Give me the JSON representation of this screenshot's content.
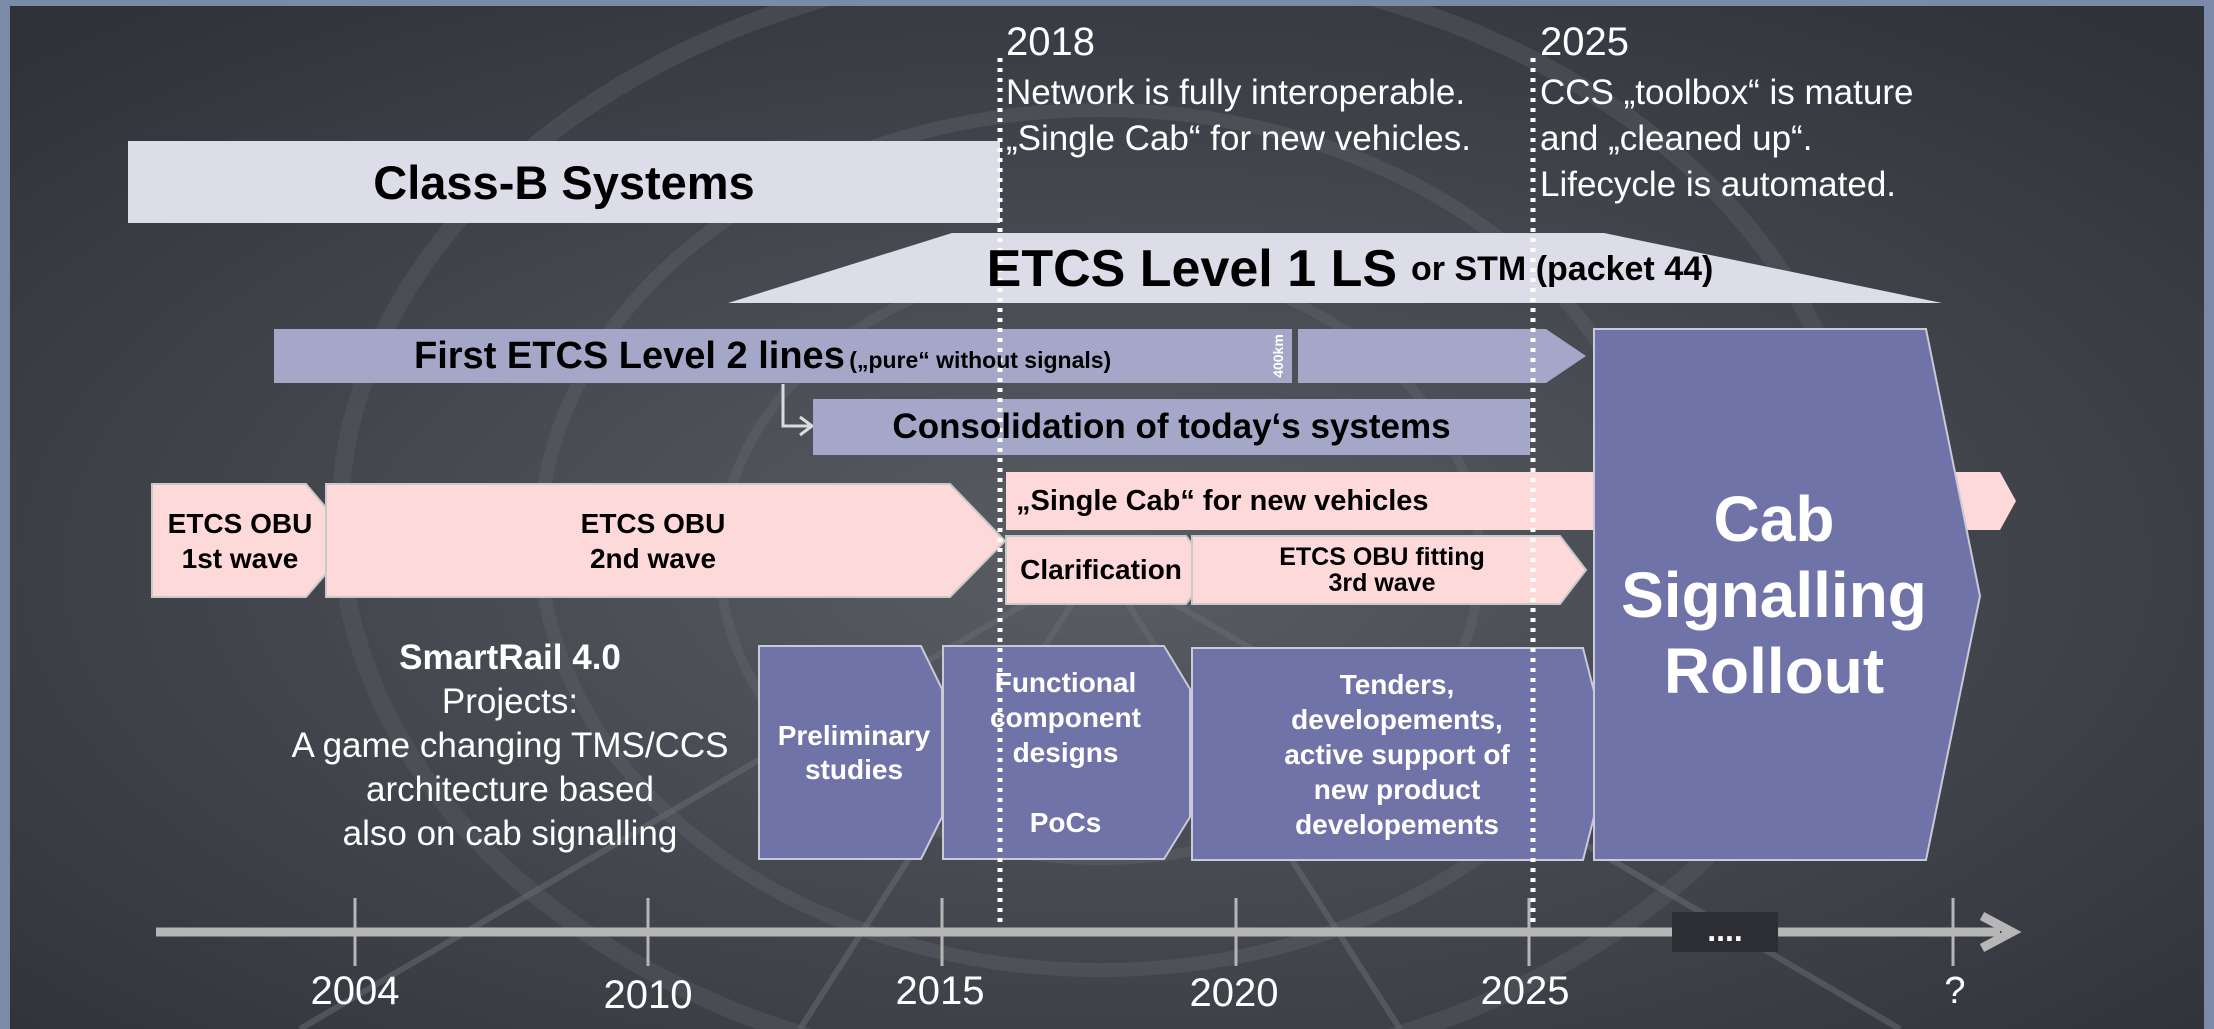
{
  "colors": {
    "background": "#3b3e45",
    "lavender_light": "#dcdde9",
    "lavender_mid": "#a5a7c8",
    "purple": "#7073a7",
    "pink": "#fdd9d9",
    "axis": "#b6b6b6",
    "marker_line": "#ffffff"
  },
  "milestones": [
    {
      "year": "2018",
      "text": "Network is fully interoperable.\n„Single Cab“ for new vehicles."
    },
    {
      "year": "2025",
      "text": "CCS „toolbox“ is mature\nand „cleaned up“.\nLifecycle is automated."
    }
  ],
  "bars": {
    "class_b": "Class-B Systems",
    "etcs_l1_main": "ETCS Level 1 LS",
    "etcs_l1_sub": "or STM (packet 44)",
    "etcs_l2_main": "First ETCS Level 2 lines",
    "etcs_l2_sub": "(„pure“ without signals)",
    "etcs_l2_marker": "400km",
    "consolidation": "Consolidation of today‘s systems",
    "obu_1st": "ETCS OBU\n1st wave",
    "obu_2nd": "ETCS OBU\n2nd wave",
    "single_cab": "„Single Cab“ for new vehicles",
    "clarification": "Clarification",
    "obu_3rd": "ETCS OBU fitting\n3rd wave",
    "preliminary": "Preliminary\nstudies",
    "functional": "Functional\ncomponent\ndesigns\n\nPoCs",
    "tenders": "Tenders,\ndevelopements,\nactive support of\nnew product\ndevelopements",
    "rollout": "Cab\nSignalling\nRollout"
  },
  "smartrail": {
    "title": "SmartRail 4.0",
    "body": "Projects:\nA game changing TMS/CCS\narchitecture based\nalso on cab signalling"
  },
  "axis": {
    "ticks": [
      "2004",
      "2010",
      "2015",
      "2020",
      "2025",
      "?"
    ],
    "ellipsis": "...."
  }
}
